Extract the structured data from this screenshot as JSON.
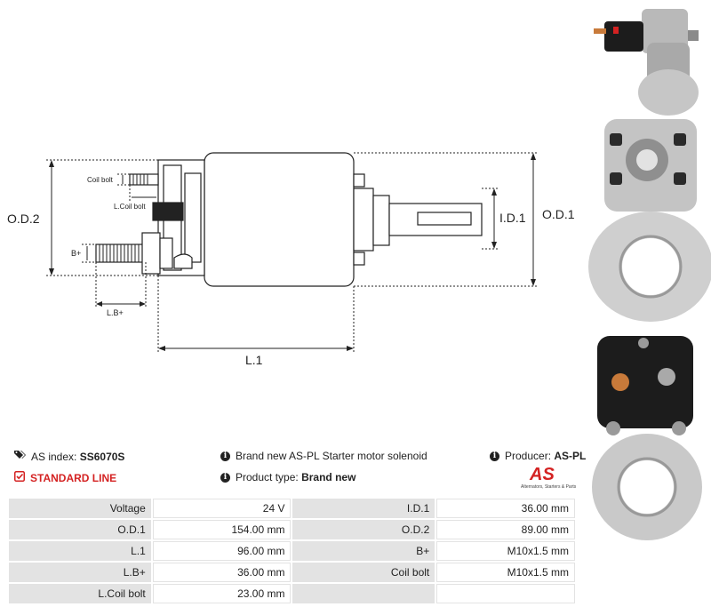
{
  "diagram": {
    "labels": {
      "od2": "O.D.2",
      "od1": "O.D.1",
      "id1": "I.D.1",
      "l1": "L.1",
      "lb": "L.B+",
      "bplus": "B+",
      "coil_bolt": "Coil bolt",
      "l_coil_bolt": "L.Coil bolt"
    }
  },
  "info": {
    "as_index_label": "AS index:",
    "as_index_value": "SS6070S",
    "standard_line": "STANDARD LINE",
    "description": "Brand new AS-PL Starter motor solenoid",
    "product_type_label": "Product type:",
    "product_type_value": "Brand new",
    "producer_label": "Producer:",
    "producer_value": "AS-PL",
    "logo_mark": "AS",
    "logo_tagline": "Alternators, Starters & Parts"
  },
  "specs": [
    {
      "k1": "Voltage",
      "v1": "24 V",
      "k2": "I.D.1",
      "v2": "36.00 mm"
    },
    {
      "k1": "O.D.1",
      "v1": "154.00 mm",
      "k2": "O.D.2",
      "v2": "89.00 mm"
    },
    {
      "k1": "L.1",
      "v1": "96.00 mm",
      "k2": "B+",
      "v2": "M10x1.5 mm"
    },
    {
      "k1": "L.B+",
      "v1": "36.00 mm",
      "k2": "Coil bolt",
      "v2": "M10x1.5 mm"
    },
    {
      "k1": "L.Coil bolt",
      "v1": "23.00 mm",
      "k2": "",
      "v2": ""
    }
  ],
  "colors": {
    "accent_red": "#d42222",
    "key_cell_bg": "#e3e3e3",
    "metal_gray": "#b8b8b8",
    "dark_body": "#1c1c1c"
  }
}
